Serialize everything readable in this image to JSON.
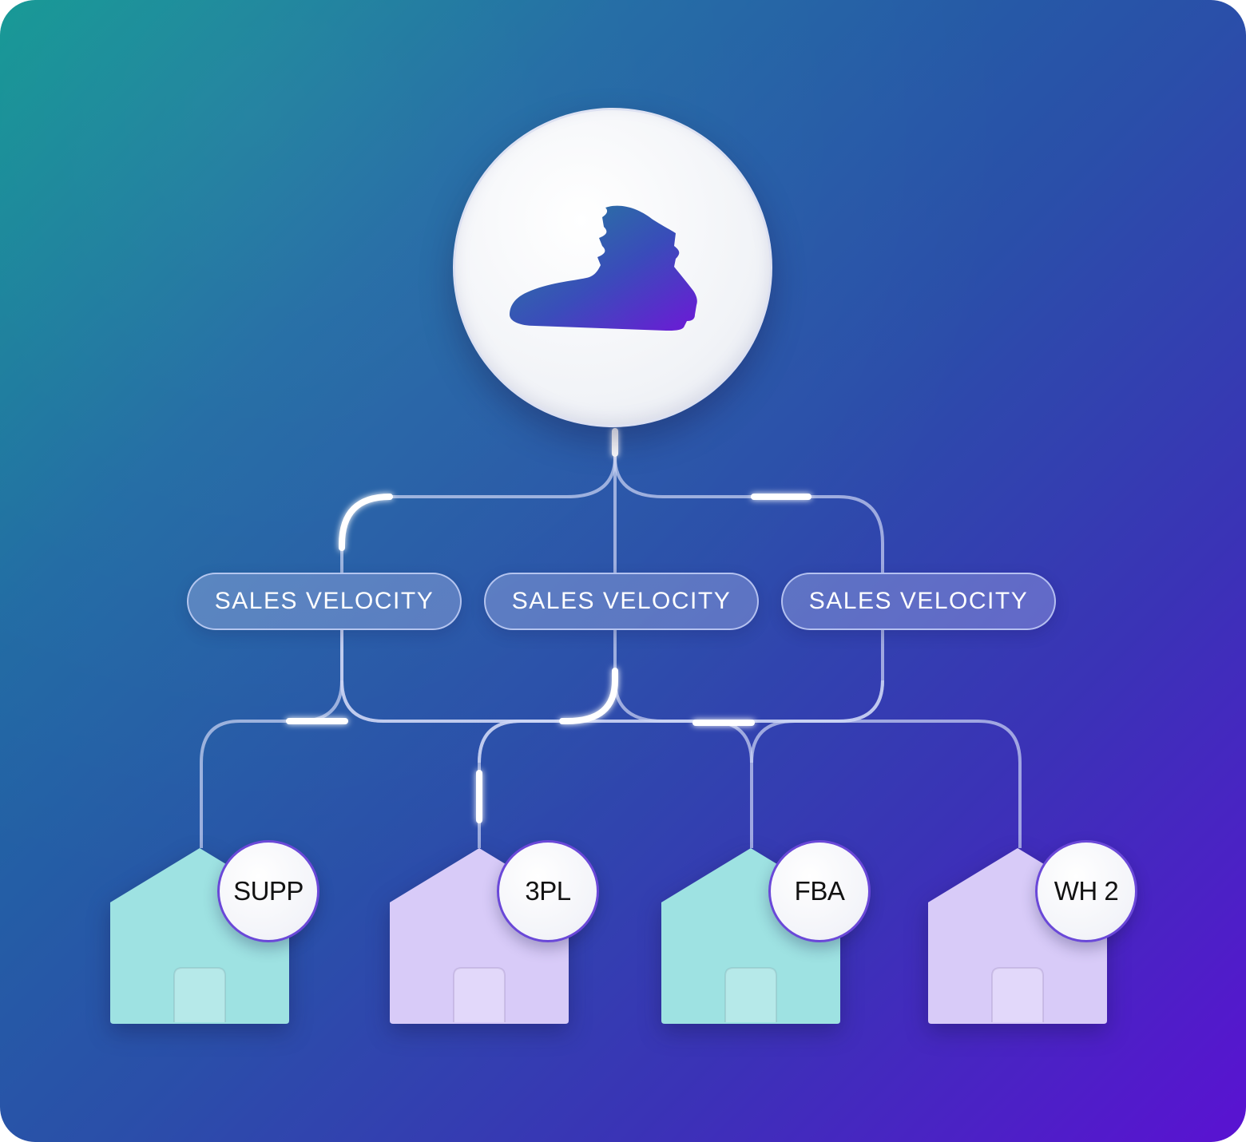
{
  "product": {
    "icon": "boot-icon"
  },
  "metrics": [
    {
      "label": "SALES VELOCITY"
    },
    {
      "label": "SALES VELOCITY"
    },
    {
      "label": "SALES VELOCITY"
    }
  ],
  "locations": [
    {
      "label": "SUPP",
      "color": "#9ee2e2",
      "icon": "house-icon"
    },
    {
      "label": "3PL",
      "color": "#d8cbf8",
      "icon": "house-icon"
    },
    {
      "label": "FBA",
      "color": "#9ee2e2",
      "icon": "house-icon"
    },
    {
      "label": "WH 2",
      "color": "#d8cbf8",
      "icon": "house-icon"
    }
  ],
  "colors": {
    "background_start": "#0f9692",
    "background_end": "#5a12d2",
    "connector": "#c9d2f2",
    "highlight": "#ffffff",
    "badge_border": "#6a48d8"
  }
}
